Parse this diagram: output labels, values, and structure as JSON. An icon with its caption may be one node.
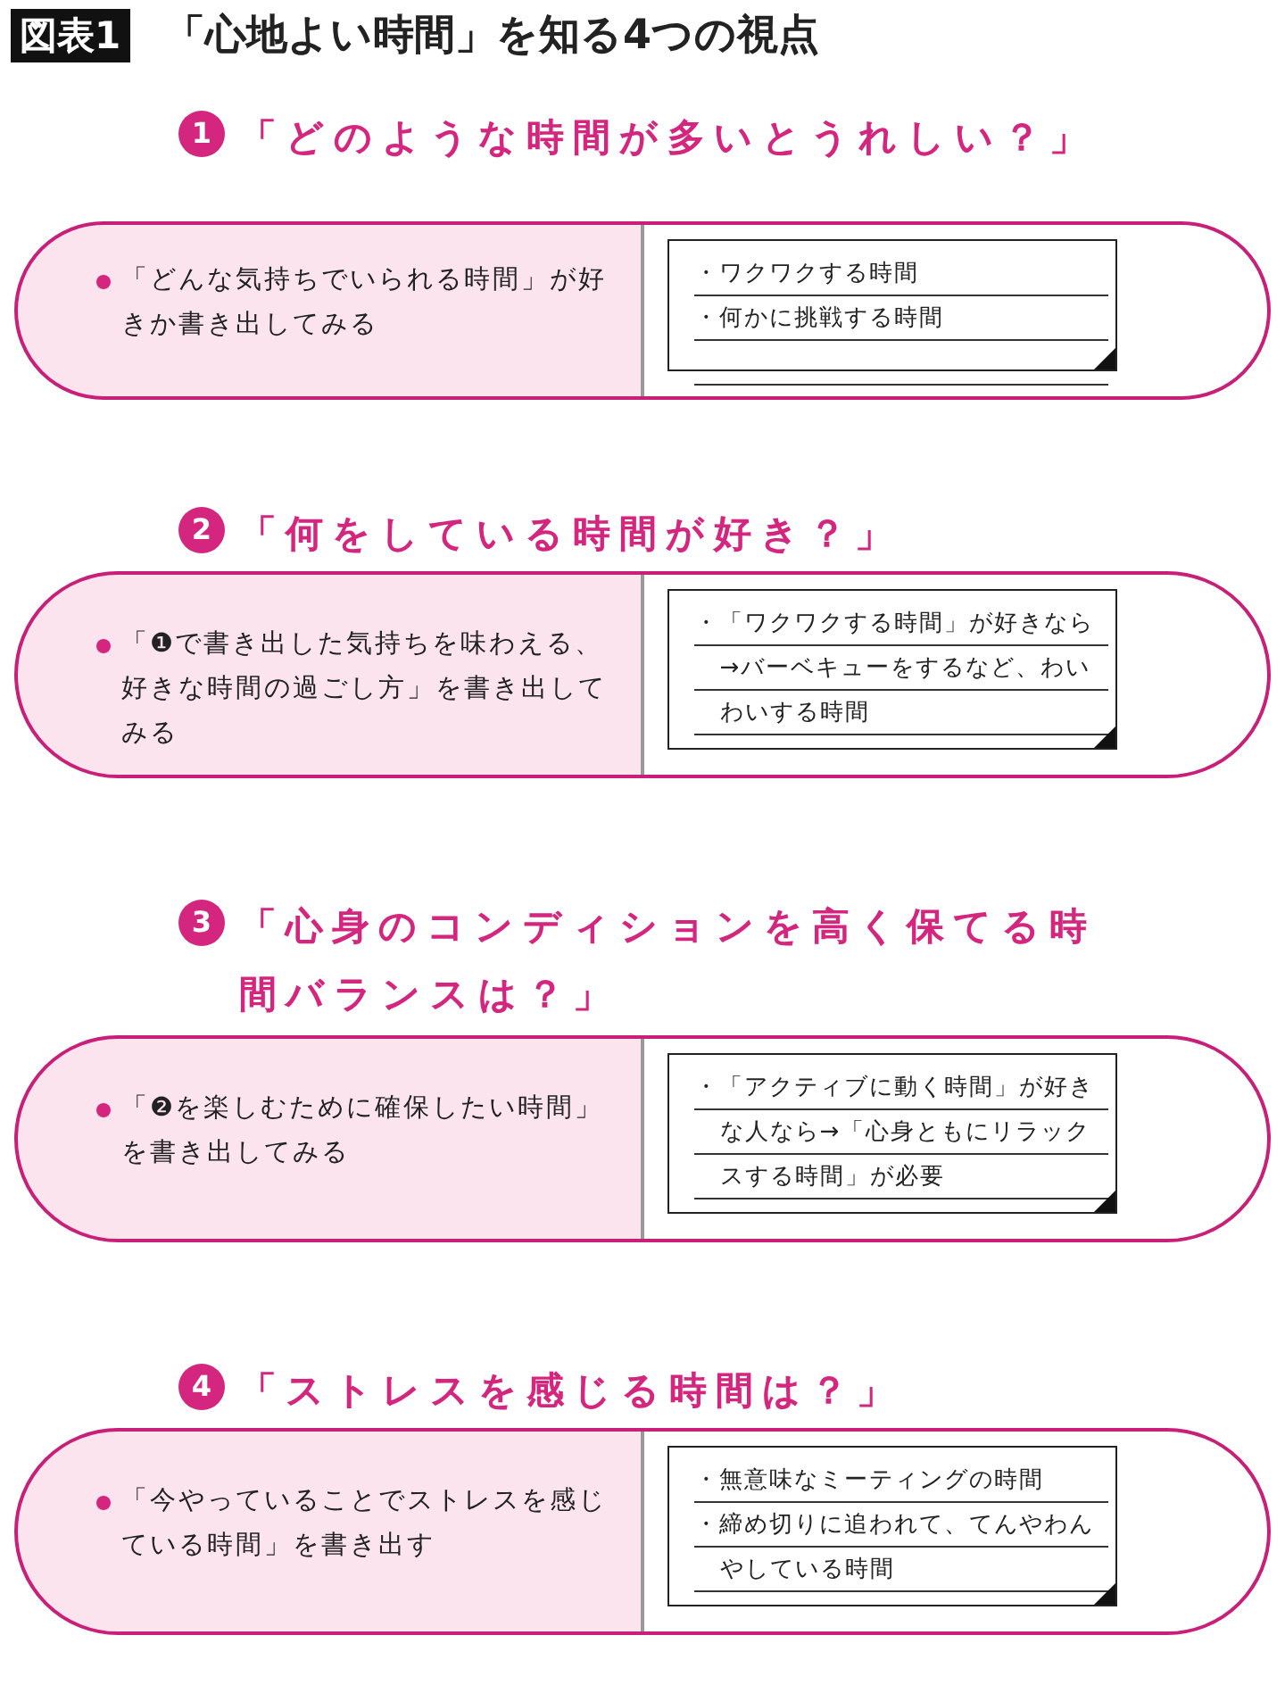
{
  "diagram": {
    "title": "「心地よい時間」を知る4つの視点",
    "nodes": [
      {
        "text": [
          "1",
          "「どのような時間が多いとうれしい？」",
          "「どんな気持ちでいられる時間」が好きか書き出してみる"
        ]
      },
      {
        "text": [
          "・ワクワクする時間",
          "・何かに挑戦する時間"
        ],
        "in": 0
      },
      {
        "text": [
          "2",
          "「何をしている時間が好き？」",
          "「❶で書き出した気持ちを味わえる、好きな時間の過ごし方」を書き出してみる"
        ]
      },
      {
        "text": [
          "・「ワクワクする時間」が好きなら→バーベキューをするなど、わいわいする時間"
        ],
        "in": 2
      },
      {
        "text": [
          "3",
          "「心身のコンディションを高く保てる時間バランスは？」",
          "「❷を楽しむために確保したい時間」を書き出してみる"
        ]
      },
      {
        "text": [
          "・「アクティブに動く時間」が好きな人なら→「心身ともにリラックスする時間」が必要"
        ],
        "in": 4
      },
      {
        "text": [
          "4",
          "「ストレスを感じる時間は？」",
          "「今やっていることでストレスを感じている時間」を書き出す"
        ]
      },
      {
        "text": [
          "・無意味なミーティングの時間",
          "・締め切りに追われて、てんやわんやしている時間"
        ],
        "in": 6
      }
    ],
    "labels": [
      "図表1"
    ]
  }
}
